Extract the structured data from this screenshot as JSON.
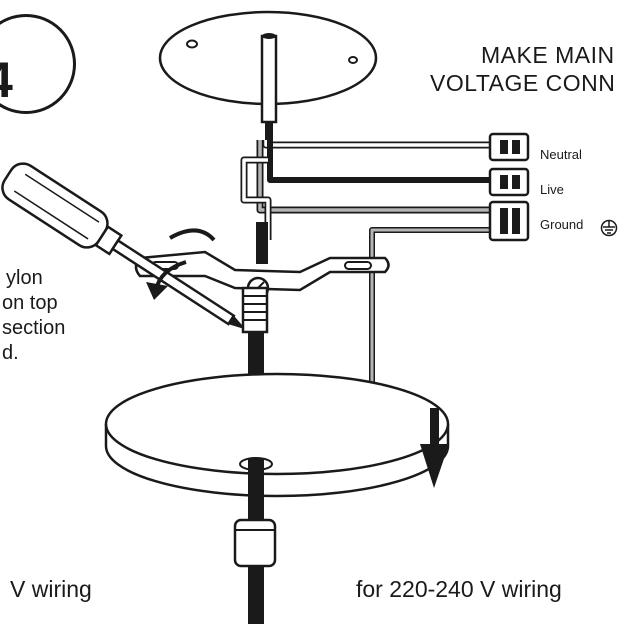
{
  "step": {
    "number": "4"
  },
  "heading": {
    "line1": "MAKE MAIN",
    "line2": "VOLTAGE CONN"
  },
  "connectors": [
    {
      "label": "Neutral"
    },
    {
      "label": "Live"
    },
    {
      "label": "Ground"
    }
  ],
  "ground_symbol": {
    "icon": "ground-symbol-icon"
  },
  "instruction": {
    "line1": "ylon",
    "line2": "on top",
    "line3": "section",
    "line4": "d."
  },
  "captions": {
    "left": "V wiring",
    "right": "for 220-240 V wiring"
  },
  "icons": [
    "screwdriver-icon",
    "rotate-arrow-icon",
    "down-arrow-icon"
  ]
}
